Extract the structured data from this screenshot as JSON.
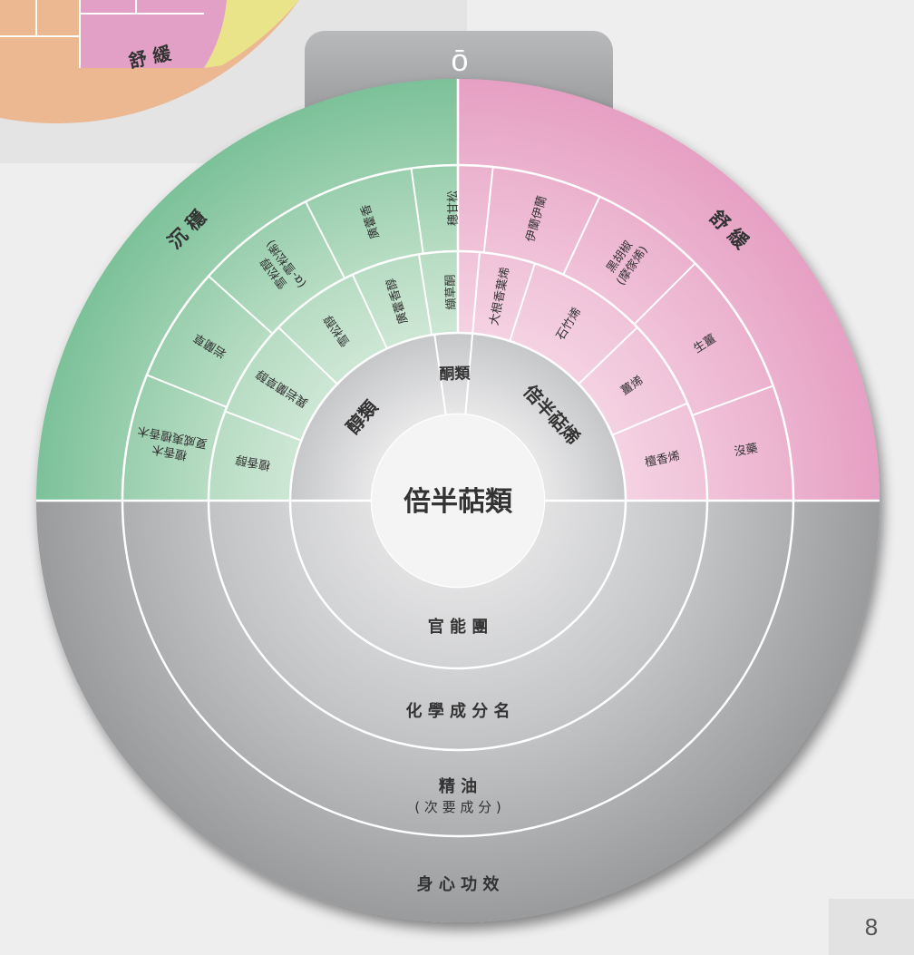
{
  "center_label": "倍半萜類",
  "tab_glyph": "ō",
  "page_number": "8",
  "legend": {
    "ring1": "官 能 團",
    "ring2": "化 學 成 分 名",
    "ring3_line1": "精 油",
    "ring3_line2": "( 次 要 成 分 )",
    "ring4": "身 心 功 效"
  },
  "functional_groups": [
    {
      "label": "醇類",
      "start": 180,
      "end": 262
    },
    {
      "label": "酮類",
      "start": 262,
      "end": 275
    },
    {
      "label": "倍半萜烯",
      "start": 275,
      "end": 360
    }
  ],
  "compounds": [
    {
      "label": "檀香醇",
      "start": 180,
      "end": 201
    },
    {
      "label": "異岩蘭草醇",
      "start": 201,
      "end": 224
    },
    {
      "label": "雪松醇",
      "start": 224,
      "end": 245
    },
    {
      "label": "廣藿香醇",
      "start": 245,
      "end": 261
    },
    {
      "label": "纈草酮",
      "start": 261,
      "end": 275
    },
    {
      "label": "大根香葉烯",
      "start": 275,
      "end": 288
    },
    {
      "label": "石竹烯",
      "start": 288,
      "end": 316
    },
    {
      "label": "薑烯",
      "start": 316,
      "end": 337
    },
    {
      "label": "檀香烯",
      "start": 337,
      "end": 360
    }
  ],
  "oils": [
    {
      "label": "檀香木 夏威夷檀香木",
      "start": 180,
      "end": 202
    },
    {
      "label": "岩蘭草",
      "start": 202,
      "end": 222
    },
    {
      "label": "雪松醇 (α-雪松烯)",
      "start": 222,
      "end": 243
    },
    {
      "label": "廣藿香",
      "start": 243,
      "end": 262
    },
    {
      "label": "穗甘松",
      "start": 262,
      "end": 276
    },
    {
      "label": "伊蘭伊蘭",
      "start": 276,
      "end": 295
    },
    {
      "label": "黑胡椒 (摩傢烯)",
      "start": 295,
      "end": 315
    },
    {
      "label": "生薑",
      "start": 315,
      "end": 340
    },
    {
      "label": "沒藥",
      "start": 340,
      "end": 360
    }
  ],
  "effects": [
    {
      "label": "沉 穩",
      "start": 180,
      "end": 270
    },
    {
      "label": "舒 緩",
      "start": 270,
      "end": 360
    }
  ],
  "corner_fragment": {
    "label": "舒 緩"
  },
  "colors": {
    "green_outer": "#7fc39a",
    "green_inner": "#d3ead9",
    "pink_outer": "#e8a4c6",
    "pink_inner": "#f5d6e4",
    "gray": "#a6a7a9",
    "center_white": "#f3f3f3"
  }
}
